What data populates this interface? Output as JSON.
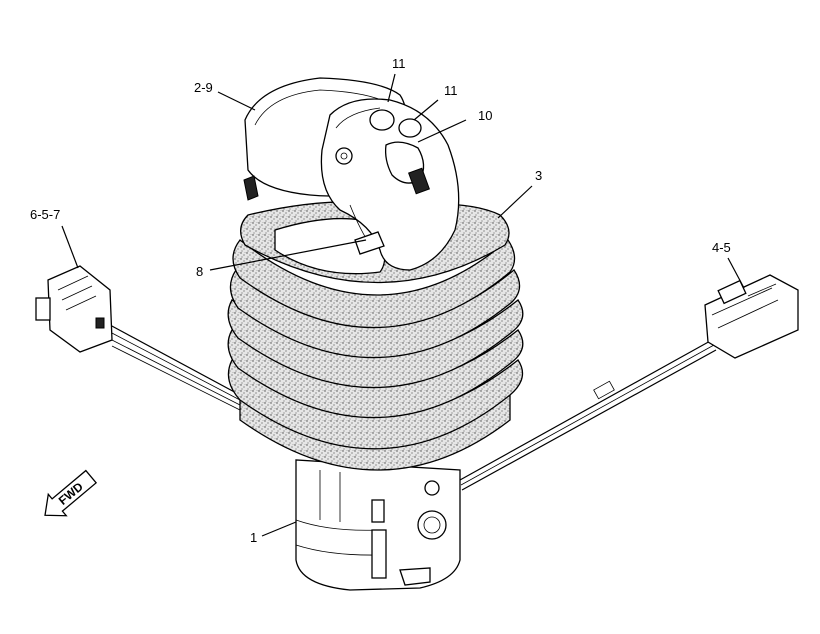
{
  "callouts": {
    "c1": "1",
    "c3": "3",
    "c8": "8",
    "c10": "10",
    "c11a": "11",
    "c11b": "11",
    "c2_9": "2-9",
    "c4_5": "4-5",
    "c6_5_7": "6-5-7"
  },
  "direction_arrow": "FWD"
}
